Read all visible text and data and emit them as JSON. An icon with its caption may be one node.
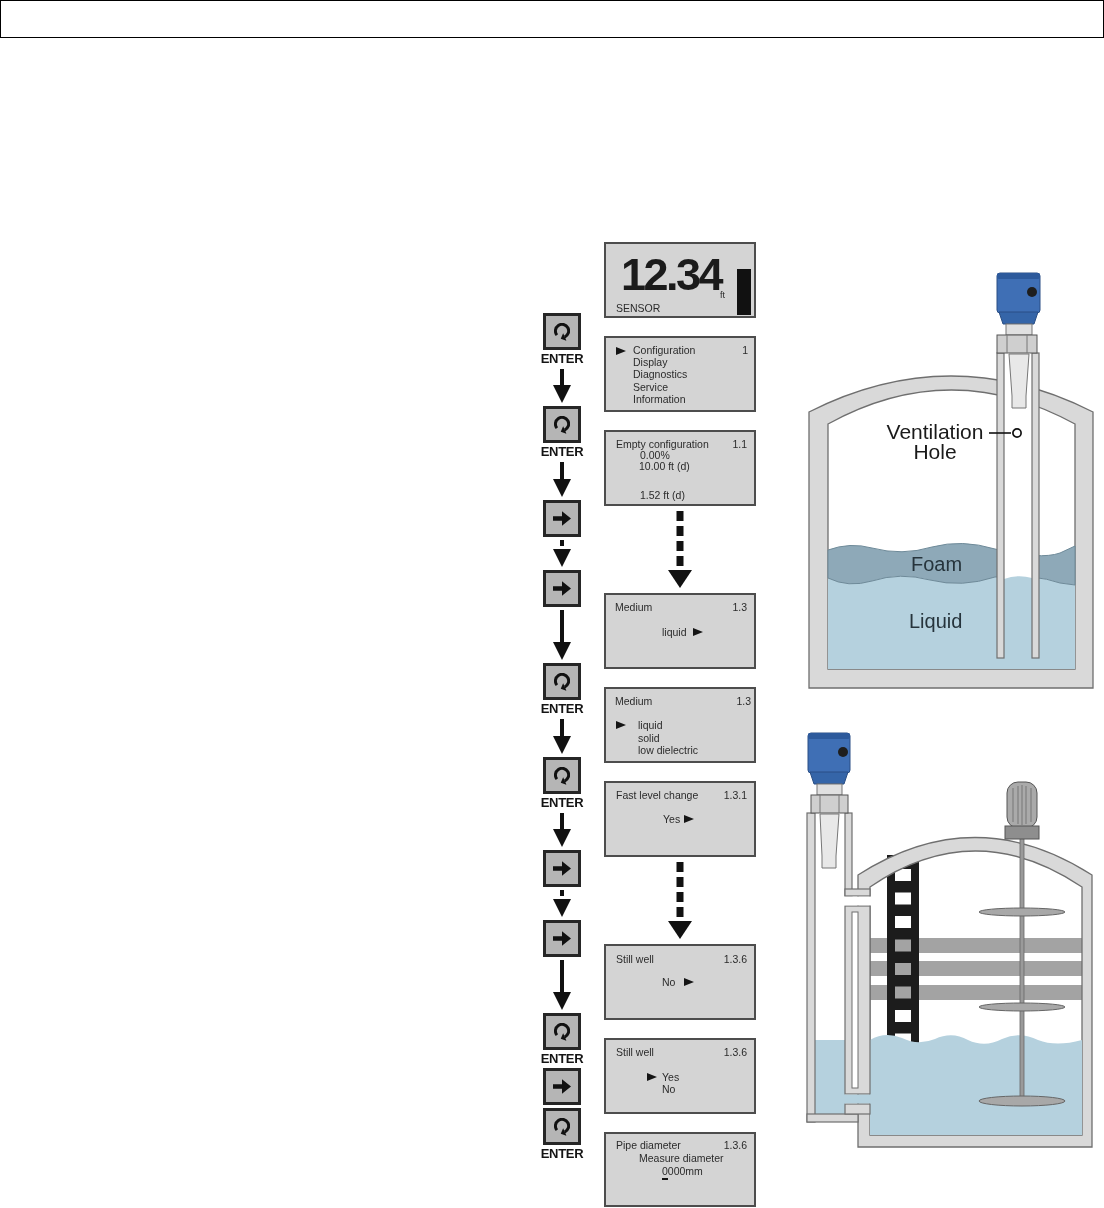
{
  "diagram": {
    "nodes": [
      {
        "text": [
          "ENTER"
        ]
      },
      {
        "text": [
          "ENTER"
        ]
      },
      {
        "text": [],
        "shape": "box"
      },
      {
        "text": [],
        "shape": "box"
      },
      {
        "text": [
          "ENTER"
        ]
      },
      {
        "text": [
          "ENTER"
        ]
      },
      {
        "text": [],
        "shape": "box"
      },
      {
        "text": [],
        "shape": "box"
      },
      {
        "text": [
          "ENTER"
        ]
      },
      {
        "text": [],
        "shape": "box"
      },
      {
        "text": [
          "ENTER"
        ]
      },
      {
        "text": [
          "12.34",
          "ft",
          "SENSOR"
        ]
      },
      {
        "text": [
          "Configuration",
          "1",
          "Display",
          "Diagnostics",
          "Service",
          "Information"
        ]
      },
      {
        "text": [
          "Empty configuration",
          "1.1",
          "0.00%",
          "10.00 ft (d)",
          "1.52 ft (d)"
        ]
      },
      {
        "text": [
          "Medium",
          "1.3",
          "liquid"
        ]
      },
      {
        "text": [
          "Medium",
          "1.3",
          "liquid",
          "solid",
          "low dielectric"
        ]
      },
      {
        "text": [
          "Fast level change",
          "1.3.1",
          "Yes"
        ]
      },
      {
        "text": [
          "Still well",
          "1.3.6",
          "No"
        ]
      },
      {
        "text": [
          "Still well",
          "1.3.6",
          "Yes",
          "No"
        ]
      },
      {
        "text": [
          "Pipe diameter",
          "1.3.6",
          "Measure diameter",
          "0000mm"
        ]
      },
      {
        "text": [
          "Ventilation Hole"
        ]
      },
      {
        "text": [],
        "shape": "circle"
      }
    ],
    "edges": [
      {
        "from": 0,
        "to": 1,
        "arrow": "to"
      },
      {
        "from": 1,
        "to": 2,
        "arrow": "to"
      },
      {
        "from": 2,
        "to": 3,
        "arrow": "to",
        "style": "dashed"
      },
      {
        "from": 3,
        "to": 4,
        "arrow": "to"
      },
      {
        "from": 4,
        "to": 5,
        "arrow": "to"
      },
      {
        "from": 5,
        "to": 6,
        "arrow": "to"
      },
      {
        "from": 6,
        "to": 7,
        "arrow": "to",
        "style": "dashed"
      },
      {
        "from": 7,
        "to": 8,
        "arrow": "to"
      },
      {
        "from": 13,
        "to": 14,
        "arrow": "to",
        "style": "dashed"
      },
      {
        "from": 16,
        "to": 17,
        "arrow": "to",
        "style": "dashed"
      },
      {
        "from": 20,
        "to": 21,
        "arrow": "none"
      }
    ],
    "labels": [
      "Foam",
      "Liquid"
    ]
  }
}
